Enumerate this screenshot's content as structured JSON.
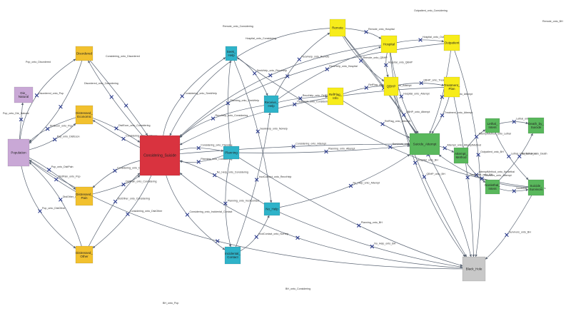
{
  "colors": {
    "purple": "#c9a8d6",
    "orange": "#f2c12e",
    "red": "#d9333f",
    "teal": "#2fb3c9",
    "yellow": "#f7ec1a",
    "green": "#59b85c",
    "gray": "#c8c8c8",
    "arrow": "#5a6473",
    "valve": "#2a3a8c"
  },
  "nodes": {
    "population": "Population",
    "die_natural": "Die_\nNatural",
    "disordered": "Disordered",
    "distressed_economic": "Distressed_\nEconomic",
    "distressed_pain": "Distressed_\nPain",
    "distressed_other": "Distressed_\nOther",
    "considering_suicide": "Considering_Suicide",
    "seek_help": "Seek_\nHelp",
    "receive_help": "Receive_\nHelp",
    "planning": "Planning",
    "no_help": "No_Help",
    "incidental_contact": "Incidental_\nContact",
    "remote": "Remote",
    "hospital": "Hospital",
    "outpatient": "Outpatient",
    "referral_info": "RefFlag_\nInfo",
    "qbhp": "QBHP",
    "treatment_plan": "Treatment_\nPlan",
    "suicide_attempt": "Suicide_Attempt",
    "attempt_method": "Attempt_\nMethod",
    "lethal_intent": "Lethal_\nIntent",
    "nonlethal_intent": "Nonlethal_\nIntent",
    "death_by_suicide": "Death_by_\nSuicide",
    "suicide_survivors": "Suicide_\nSurvivors",
    "black_hole": "Black_Hole"
  },
  "flows": [
    "Pop_onto_Die_Natural",
    "Pop_onto_Disordered",
    "Disordered_onto_Pop",
    "Considering_onto_Disordered",
    "Disordered_onto_Considering",
    "DistEcon_onto_Pop",
    "Pop_onto_DistEcon",
    "DistEcon_onto_Considering",
    "Considering_onto_DistEcon",
    "Pop_onto_DistPain",
    "DistPain_onto_Pop",
    "Considering_onto_DistPain",
    "DistPain_onto_Considering",
    "Pop_onto_DistOther",
    "DistOther_onto_Pop",
    "DistOther_onto_Considering",
    "Considering_onto_DistOther",
    "Considering_onto_SeekHelp",
    "SeekHelp_onto_RecvHelp",
    "RecvHelp_onto_Considering",
    "Considering_onto_Planning",
    "Planning_onto_Considering",
    "Planning_onto_SeekHelp",
    "Planning_onto_IncdContact",
    "IncdContact_onto_RecvHelp",
    "SeekHelp_onto_NoHelp",
    "Considering_onto_Attempt",
    "No_Help_onto_Considering",
    "No_Help_onto_Attempt",
    "Considering_onto_Incidental_Contact",
    "IncdContact_onto_NoHelp",
    "Planning_onto_Attempt",
    "Remote_onto_Considering",
    "Hospital_onto_Considering",
    "RecvHelp_onto_Remote",
    "RecvHelp_onto_Hospital",
    "RecvHelp_onto_RefFlag",
    "RefFlag_onto_QBHP",
    "RefFlag_onto_Attempt",
    "Remote_onto_Hospital",
    "Remote_onto_QBHP",
    "Hospital_onto_Outpatient",
    "Hospital_onto_QBHP",
    "Outpatient_onto_Considering",
    "Outpatient_onto_Attempt",
    "Outpatient_onto_BH",
    "Remote_onto_Attempt",
    "QBHP_onto_Treatment",
    "QBHP_onto_Attempt",
    "QBHP_onto_BH",
    "Treatment_onto_Considering",
    "Treatment_onto_Attempt",
    "Treatment_onto_BH",
    "Remote_onto_BH",
    "Hospital_onto_Attempt",
    "Hospital_onto_BH",
    "Attempt_onto_AttemptMethod",
    "AttemptMethod_onto_Lethal",
    "AttemptMethod_onto_Nonlethal",
    "Lethal_onto_Death",
    "Nonlethal_onto_Death",
    "Lethal_onto_Survivors",
    "Nonlethal_onto_Survivors",
    "Survivors_onto_Attempt",
    "Survivors_onto_Seek_Help",
    "Survivors_onto_BH",
    "Planning_onto_BH",
    "No_Help_onto_BH",
    "BH_onto_Considering",
    "BH_onto_Pop"
  ]
}
